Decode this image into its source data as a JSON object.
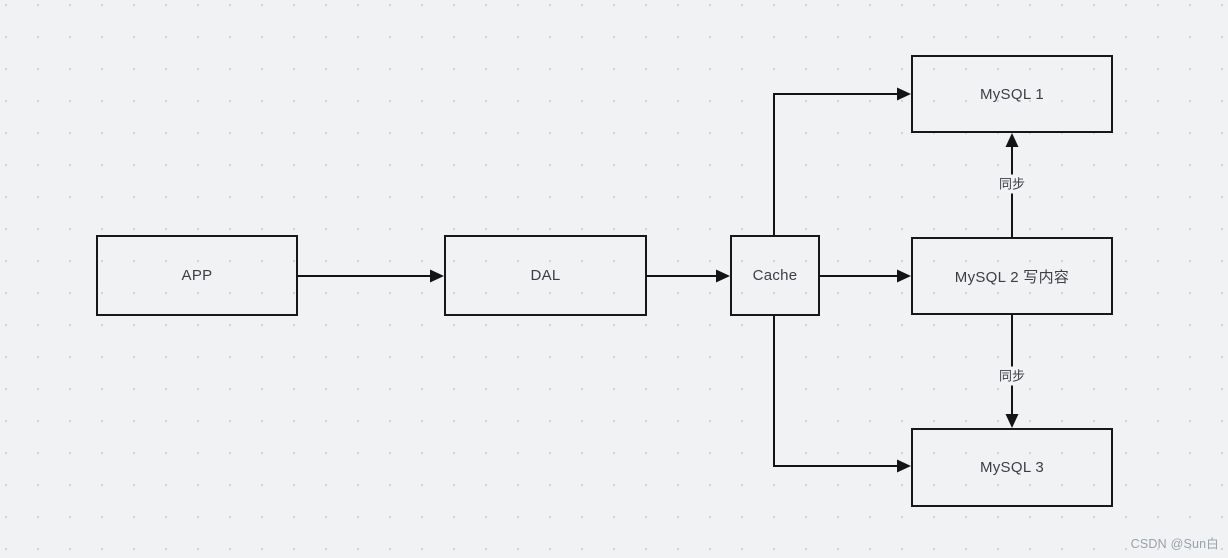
{
  "page": {
    "watermark": "CSDN @Sun白"
  },
  "colors": {
    "background": "#f1f2f4",
    "grid_dot": "#d2d4d8",
    "node_border": "#17181b",
    "edge_stroke": "#131416",
    "node_text": "#3d3d44",
    "watermark_text": "#9ba1a8"
  },
  "diagram": {
    "type": "flowchart",
    "nodes": [
      {
        "id": "app",
        "label": "APP"
      },
      {
        "id": "dal",
        "label": "DAL"
      },
      {
        "id": "cache",
        "label": "Cache"
      },
      {
        "id": "mysql1",
        "label": "MySQL 1"
      },
      {
        "id": "mysql2",
        "label": "MySQL 2 写内容"
      },
      {
        "id": "mysql3",
        "label": "MySQL 3"
      }
    ],
    "edges": [
      {
        "from": "APP",
        "to": "DAL",
        "label": ""
      },
      {
        "from": "DAL",
        "to": "Cache",
        "label": ""
      },
      {
        "from": "Cache",
        "to": "MySQL 1",
        "label": ""
      },
      {
        "from": "Cache",
        "to": "MySQL 2 写内容",
        "label": ""
      },
      {
        "from": "Cache",
        "to": "MySQL 3",
        "label": ""
      },
      {
        "from": "MySQL 2 写内容",
        "to": "MySQL 1",
        "label": "同步"
      },
      {
        "from": "MySQL 2 写内容",
        "to": "MySQL 3",
        "label": "同步"
      }
    ]
  }
}
